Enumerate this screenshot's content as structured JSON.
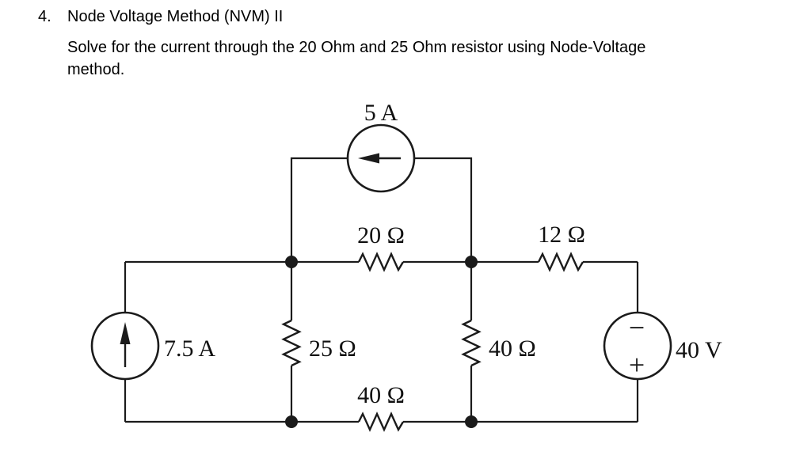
{
  "colors": {
    "background": "#ffffff",
    "ink": "#1b1b1b",
    "text": "#000000"
  },
  "problem": {
    "number": "4.",
    "title": "Node Voltage Method (NVM) II",
    "statement_line1": "Solve for the current through the 20 Ohm and 25 Ohm resistor using Node-Voltage",
    "statement_line2": "method."
  },
  "circuit": {
    "current_source_top": {
      "label": "5 A",
      "direction": "left"
    },
    "current_source_left": {
      "label": "7.5 A",
      "direction": "up"
    },
    "voltage_source_right": {
      "label": "40 V",
      "polarity_top": "−",
      "polarity_bottom": "+"
    },
    "resistor_top_middle": {
      "label": "20 Ω"
    },
    "resistor_top_right": {
      "label": "12 Ω"
    },
    "resistor_left_branch": {
      "label": "25 Ω"
    },
    "resistor_middle_branch": {
      "label": "40 Ω"
    },
    "resistor_bottom": {
      "label": "40 Ω"
    }
  }
}
